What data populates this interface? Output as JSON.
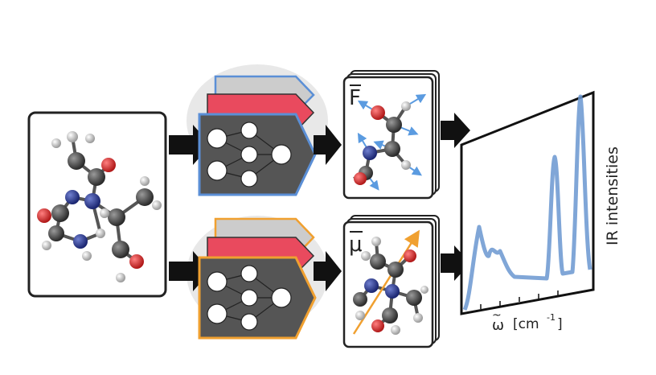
{
  "labels": {
    "force_symbol": "F",
    "dipole_symbol": "μ",
    "yaxis": "IR intensities",
    "xaxis_symbol": "ω",
    "xaxis_unit": "[cm",
    "xaxis_unit_exp": "-1",
    "xaxis_unit_close": "]"
  },
  "colors": {
    "force_branch": "#5b8fd6",
    "dipole_branch": "#f0a030",
    "network_red": "#e94a5e",
    "network_body": "#555555",
    "spectrum": "#6a97d0",
    "carbon": "#3a3a3a",
    "oxygen": "#d42b2b",
    "nitrogen": "#2b3c8f",
    "hydrogen": "#f2f2f2"
  },
  "spectrum": {
    "description_peaks": [
      {
        "x": 0.12,
        "h": 0.45
      },
      {
        "x": 0.22,
        "h": 0.3
      },
      {
        "x": 0.3,
        "h": 0.28
      },
      {
        "x": 0.72,
        "h": 0.7
      },
      {
        "x": 0.92,
        "h": 1.0
      }
    ]
  }
}
